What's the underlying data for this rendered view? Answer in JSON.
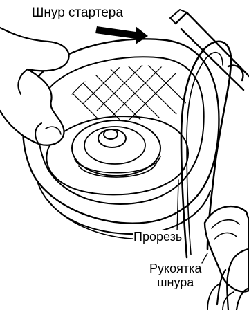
{
  "labels": {
    "starter_rope": "Шнур стартера",
    "slot": "Прорезь",
    "handle_line1": "Рукоятка",
    "handle_line2": "шнура"
  },
  "colors": {
    "ink": "#000000",
    "paper": "#ffffff"
  }
}
